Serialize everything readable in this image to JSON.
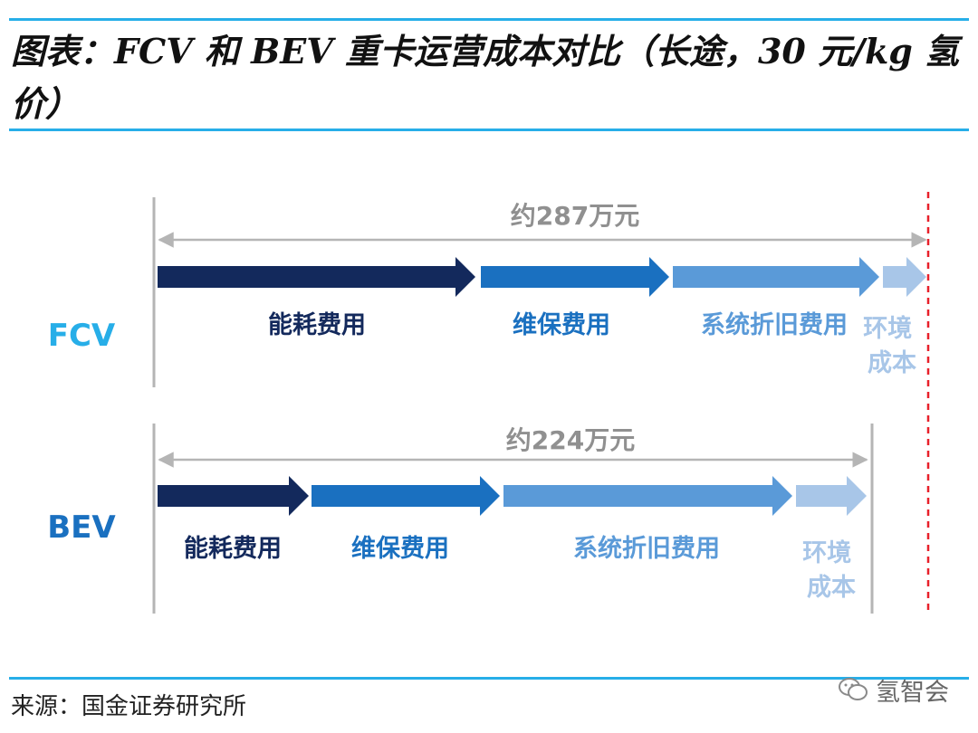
{
  "title": "图表：FCV 和 BEV 重卡运营成本对比（长途，30 元/kg 氢价）",
  "source": "来源：国金证券研究所",
  "watermark": "氢智会",
  "colors": {
    "accent_rule": "#27aee8",
    "dark_navy": "#13295c",
    "mid_blue": "#1a70c0",
    "light_blue": "#5a9ad8",
    "pale_blue": "#a8c6e8",
    "dimension_line": "#b5b5b5",
    "dashed_line": "#e8202a"
  },
  "fcv": {
    "label": "FCV",
    "total": "约287万元",
    "segments": [
      {
        "label": "能耗费用",
        "color": "#13295c"
      },
      {
        "label": "维保费用",
        "color": "#1a70c0"
      },
      {
        "label": "系统折旧费用",
        "color": "#5a9ad8"
      },
      {
        "label": "环境成本",
        "color": "#a8c6e8"
      }
    ]
  },
  "bev": {
    "label": "BEV",
    "total": "约224万元",
    "segments": [
      {
        "label": "能耗费用",
        "color": "#13295c"
      },
      {
        "label": "维保费用",
        "color": "#1a70c0"
      },
      {
        "label": "系统折旧费用",
        "color": "#5a9ad8"
      },
      {
        "label": "环境成本",
        "color": "#a8c6e8"
      }
    ]
  }
}
